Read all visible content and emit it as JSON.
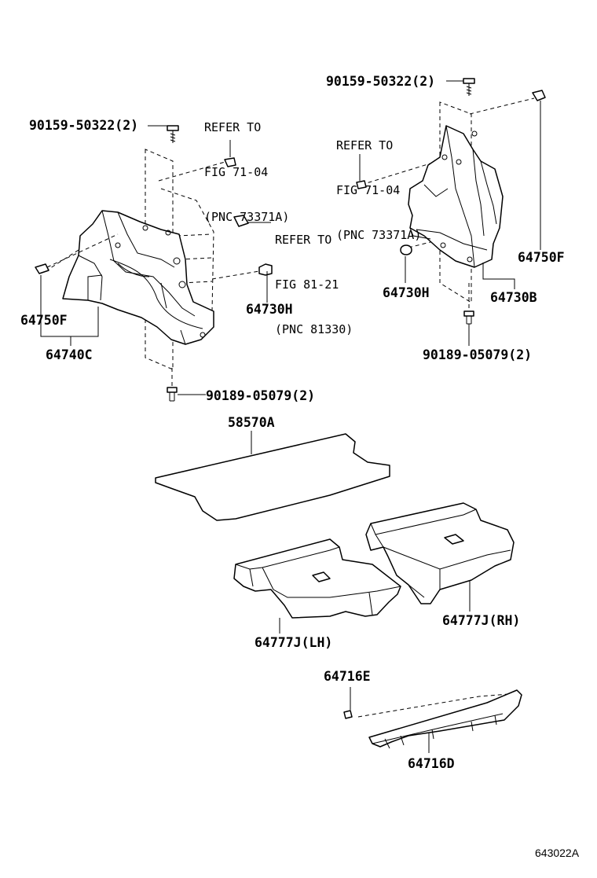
{
  "labels": {
    "bolt_left_top": "90159-50322(2)",
    "bolt_right_top": "90159-50322(2)",
    "refer_left_1": {
      "line1": "REFER TO",
      "line2": "FIG 71-04",
      "line3": "(PNC 73371A)"
    },
    "refer_right_1": {
      "line1": "REFER TO",
      "line2": "FIG 71-04",
      "line3": "(PNC 73371A)"
    },
    "refer_center": {
      "line1": "REFER TO",
      "line2": "FIG 81-21",
      "line3": "(PNC 81330)"
    },
    "clip_left": "64750F",
    "clip_right": "64750F",
    "panel_left": "64740C",
    "panel_right": "64730B",
    "screw_left": "64730H",
    "screw_right": "64730H",
    "bottom_bolt_left": "90189-05079(2)",
    "bottom_bolt_right": "90189-05079(2)",
    "deck_board": "58570A",
    "box_lh": "64777J(LH)",
    "box_rh": "64777J(RH)",
    "plate_clip": "64716E",
    "plate": "64716D",
    "figure_id": "643022A"
  }
}
